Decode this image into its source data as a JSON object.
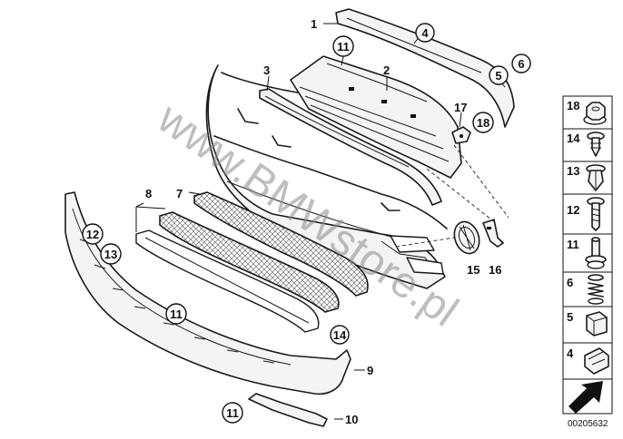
{
  "watermark": "www.BMWstore.pl",
  "diagram_code": "00205632",
  "callouts": {
    "c1": "1",
    "c2": "2",
    "c3": "3",
    "c4": "4",
    "c5": "5",
    "c6": "6",
    "c7": "7",
    "c8": "8",
    "c9": "9",
    "c10": "10",
    "c11a": "11",
    "c11b": "11",
    "c11c": "11",
    "c12": "12",
    "c13": "13",
    "c14": "14",
    "c15": "15",
    "c16": "16",
    "c17": "17",
    "c18": "18"
  },
  "legend": [
    "18",
    "14",
    "13",
    "12",
    "11",
    "6",
    "5",
    "4"
  ]
}
